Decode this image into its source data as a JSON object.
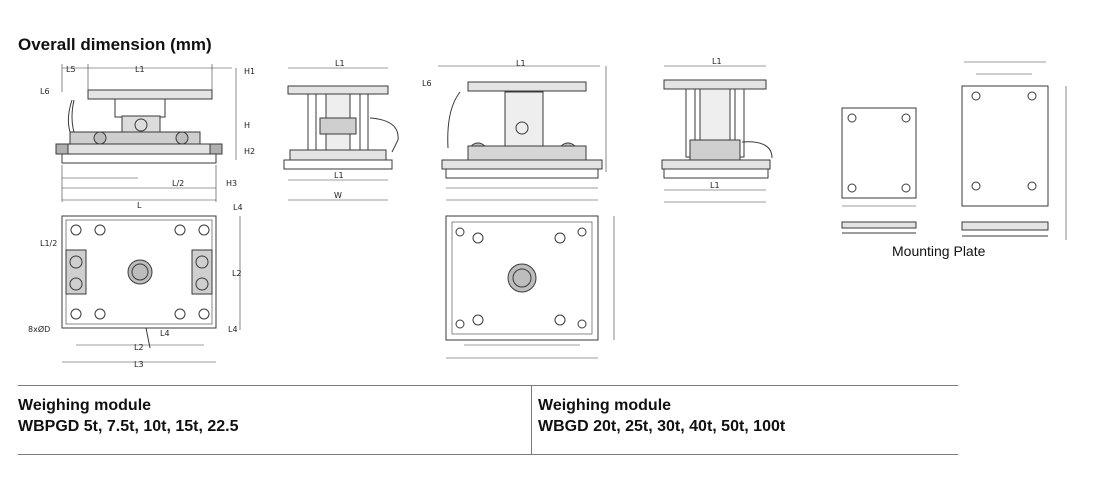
{
  "page": {
    "title": "Overall dimension (mm)"
  },
  "dimension_labels": {
    "L5": "L5",
    "L1": "L1",
    "H1": "H1",
    "L6": "L6",
    "H": "H",
    "H2": "H2",
    "H3": "H3",
    "L2half": "L/2",
    "L": "L",
    "W": "W",
    "L4": "L4",
    "L1half": "L1/2",
    "L2": "L2",
    "L3": "L3",
    "holes": "8xØD"
  },
  "mounting_plate": {
    "label": "Mounting Plate"
  },
  "table": {
    "left": {
      "title": "Weighing module",
      "models": "WBPGD 5t, 7.5t, 10t, 15t, 22.5"
    },
    "right": {
      "title": "Weighing module",
      "models": "WBGD 20t, 25t, 30t, 40t, 50t, 100t"
    }
  },
  "colors": {
    "line": "#555555",
    "drawing": "#3a3a3a",
    "shade": "#9a9a9a",
    "text": "#111111"
  }
}
